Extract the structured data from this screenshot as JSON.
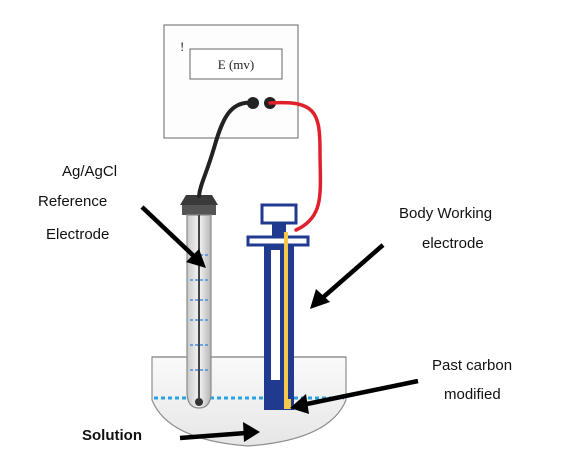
{
  "meter": {
    "display": "E (mv)",
    "tick": "!"
  },
  "labels": {
    "reference_line1": "Ag/AgCl",
    "reference_line2": "Reference",
    "reference_line3": "Electrode",
    "working_line1": "Body Working",
    "working_line2": "electrode",
    "paste_line1": "Past carbon",
    "paste_line2": "modified",
    "solution": "Solution"
  },
  "colors": {
    "black_wire": "#222222",
    "red_wire": "#e0202a",
    "working_body": "#1f3a8f",
    "working_core": "#f2c94c",
    "reference_tube": "#8a8a8a",
    "solution_line": "#29a3e0",
    "liquid_dots": "#4a8de0"
  }
}
